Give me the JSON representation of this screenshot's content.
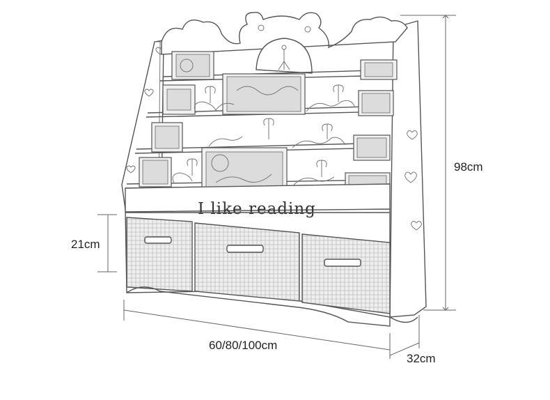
{
  "dimensions": {
    "height": "98cm",
    "bin_height": "21cm",
    "width": "60/80/100cm",
    "depth": "32cm"
  },
  "slogan": "I like reading",
  "icons": [
    "bear-head-icon",
    "clock-icon",
    "heart-icon",
    "bracket-ornament-icon"
  ]
}
